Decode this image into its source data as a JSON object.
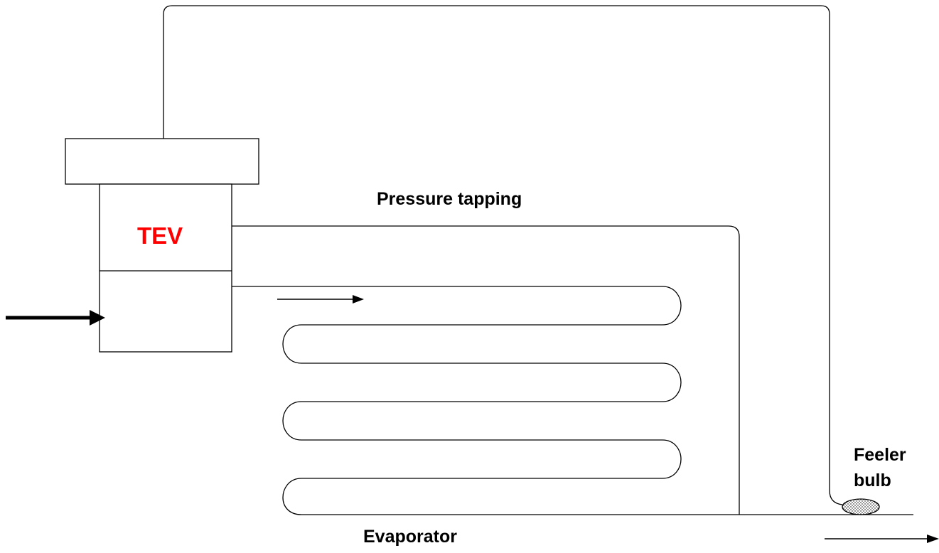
{
  "labels": {
    "tev": "TEV",
    "pressure_tapping": "Pressure tapping",
    "feeler_bulb_line1": "Feeler",
    "feeler_bulb_line2": "bulb",
    "evaporator": "Evaporator"
  },
  "colors": {
    "tev_label": "#ff0000",
    "line": "#000000",
    "background": "#ffffff"
  }
}
